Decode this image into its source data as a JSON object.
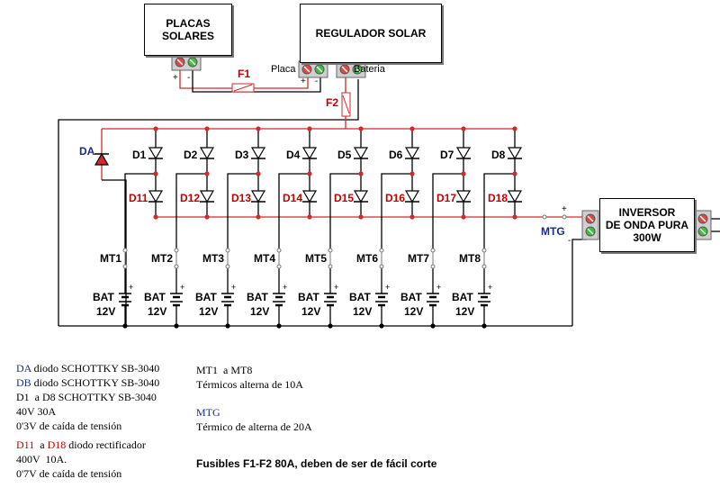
{
  "boxes": {
    "placas": "PLACAS\nSOLARES",
    "regulador": "REGULADOR SOLAR",
    "inversor": "INVERSOR\nDE ONDA PURA\n300W"
  },
  "labels": {
    "placa": "Placa",
    "bateria": "Bateria",
    "plus": "+",
    "minus": "-",
    "f1": "F1",
    "f2": "F2",
    "da": "DA",
    "mtg": "MTG"
  },
  "diodes_top": [
    "D1",
    "D2",
    "D3",
    "D4",
    "D5",
    "D6",
    "D7",
    "D8"
  ],
  "diodes_bottom": [
    "D11",
    "D12",
    "D13",
    "D14",
    "D15",
    "D16",
    "D17",
    "D18"
  ],
  "breakers": [
    "MT1",
    "MT2",
    "MT3",
    "MT4",
    "MT5",
    "MT6",
    "MT7",
    "MT8"
  ],
  "bat_label": "BAT",
  "bat_volt": "12V",
  "notes": {
    "da_label": "DA",
    "da_text": " diodo SCHOTTKY SB-3040",
    "db_label": "DB",
    "db_text": " diodo SCHOTTKY SB-3040",
    "d1_text": "D1  a D8 SCHOTTKY SB-3040",
    "d1_rating": "40V 30A",
    "d1_drop": "0'3V de caída de tensión",
    "d11_a": "D11",
    "d11_mid": "  a ",
    "d11_b": "D18",
    "d11_text": " diodo rectificador",
    "d11_rating": "400V  10A.",
    "d11_drop": "0'7V de caída de tensión",
    "mt_title": "MT1  a MT8",
    "mt_text": "Térmicos alterna de 10A",
    "mtg_title": "MTG",
    "mtg_text": "Térmico de alterna de 20A",
    "fusibles": "Fusibles F1-F2 80A, deben de ser de fácil corte"
  },
  "colors": {
    "red_wire": "#d22a2a",
    "black_wire": "#000000",
    "label_red": "#c00000",
    "label_blue": "#1c2a8c",
    "terminal_green": "#3fbf3f",
    "terminal_red": "#e04848"
  }
}
